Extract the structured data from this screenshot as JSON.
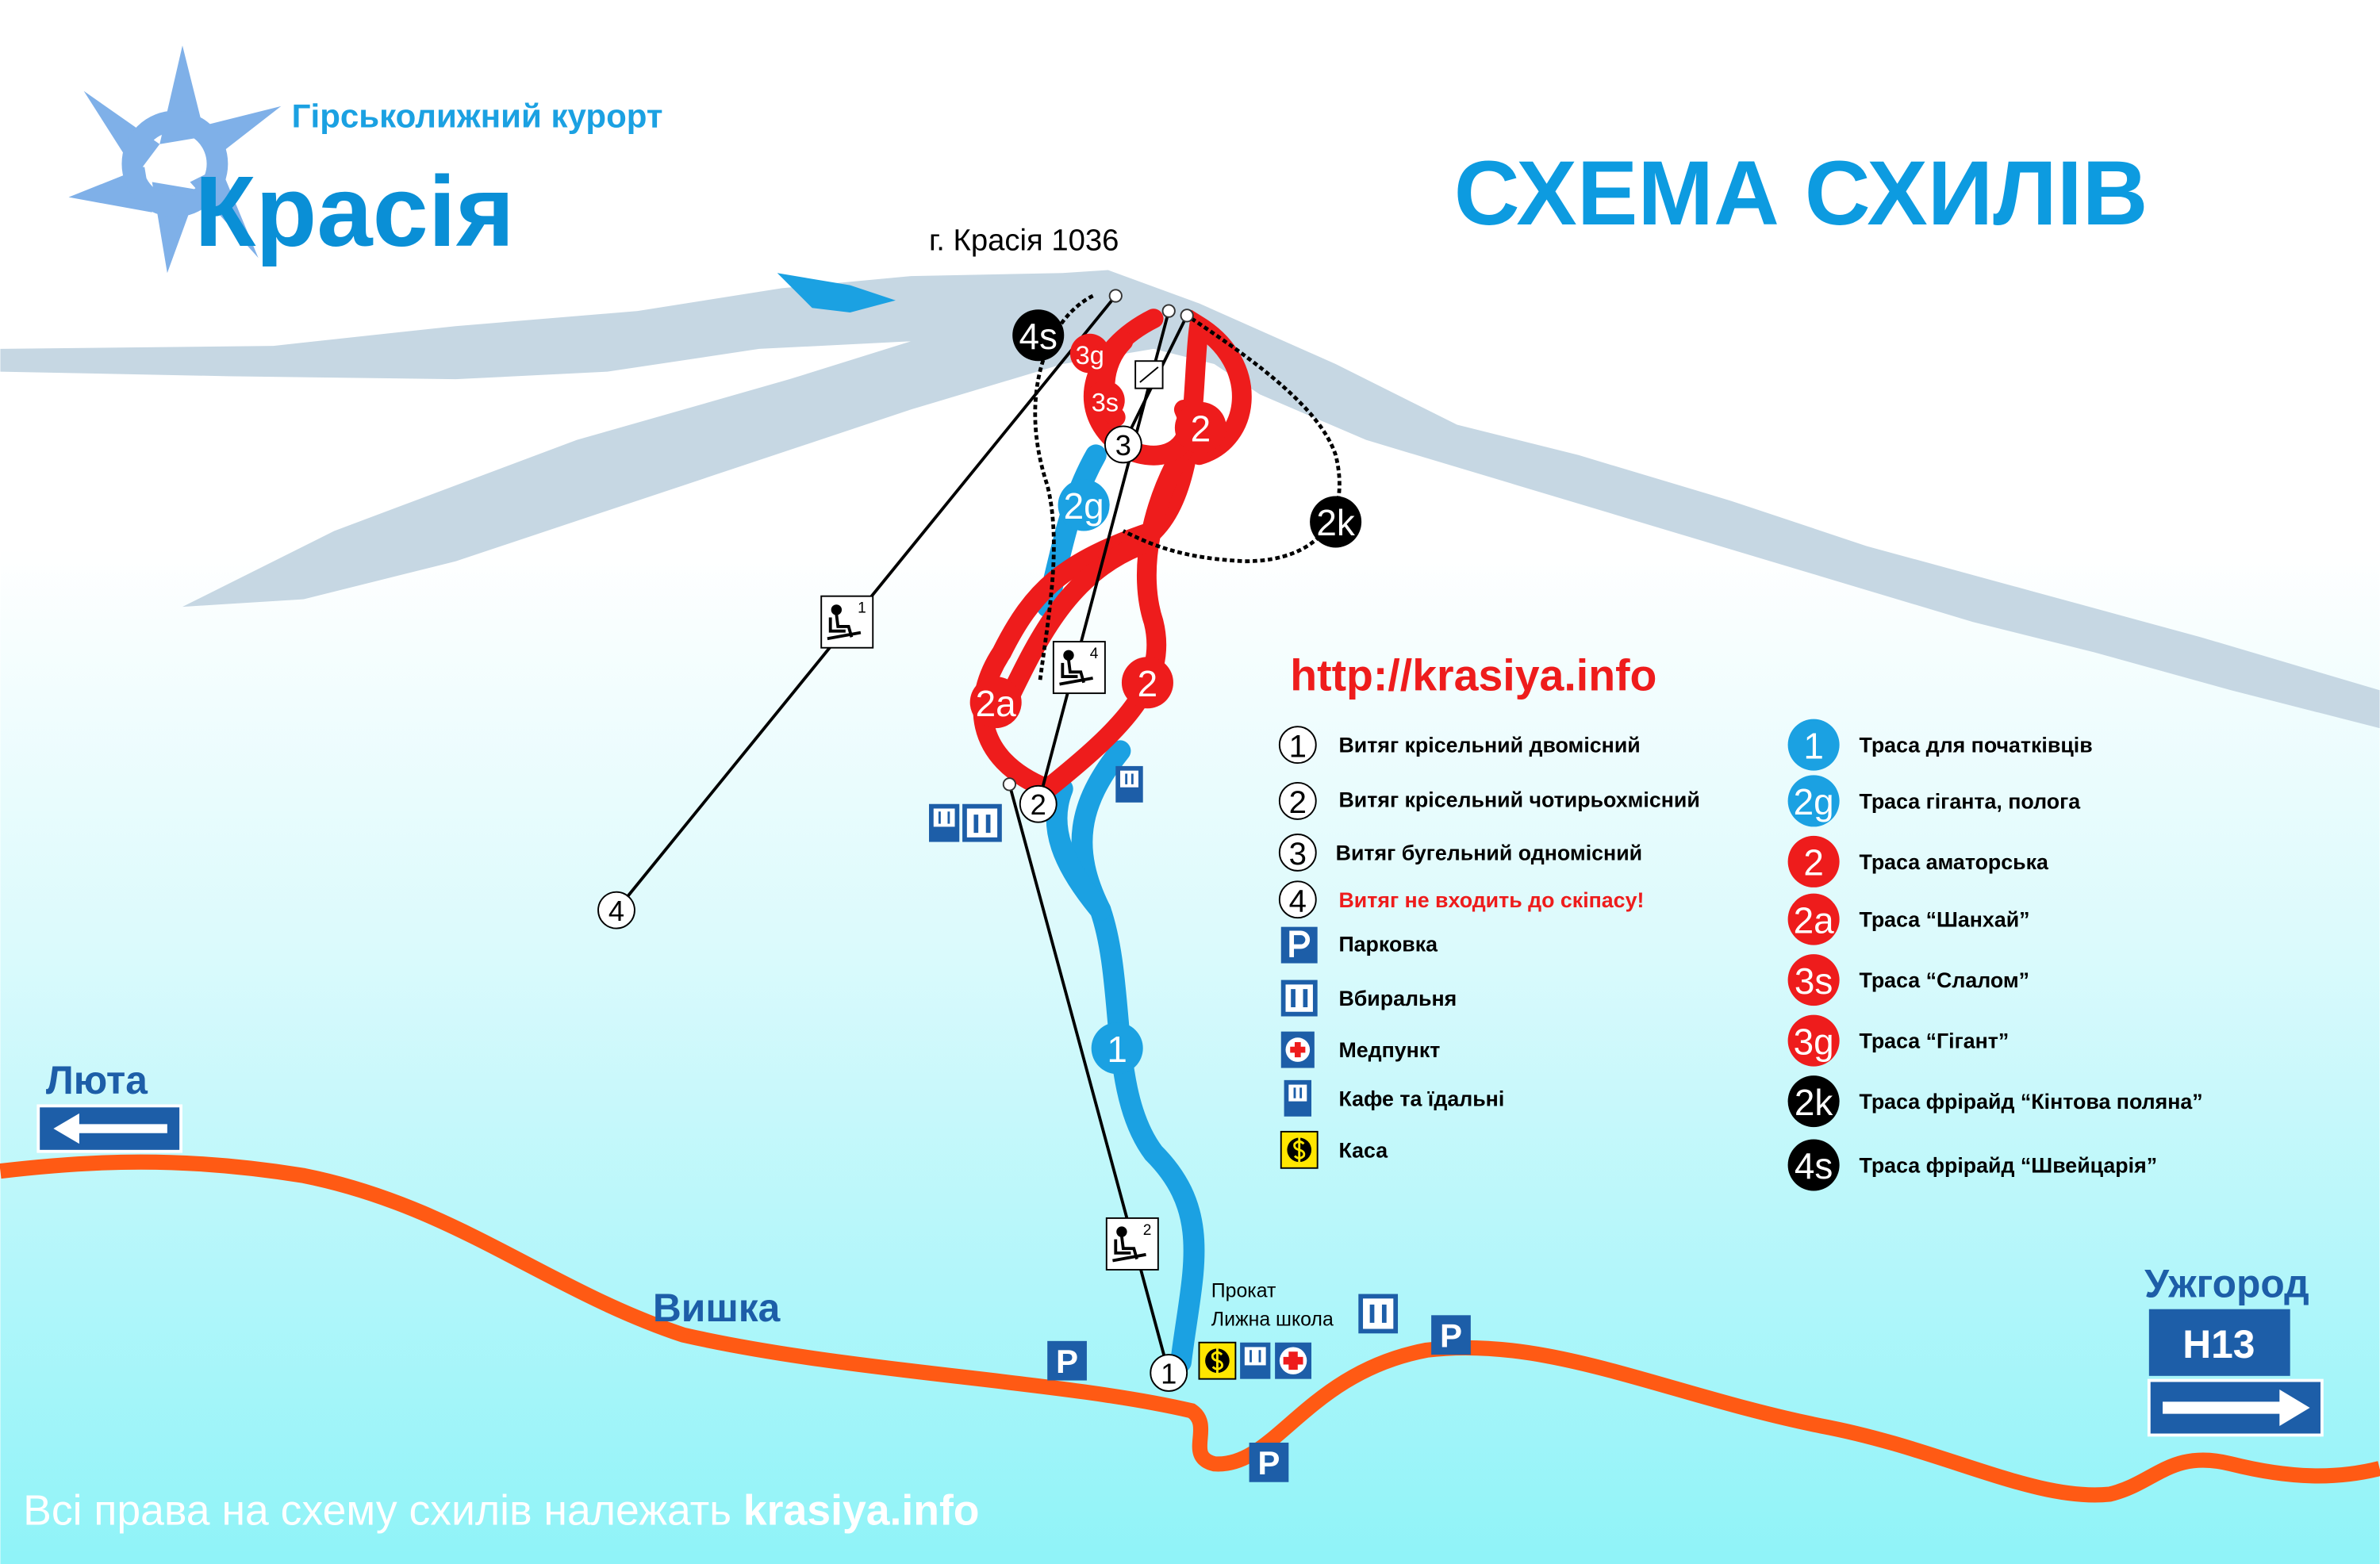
{
  "logo": {
    "subtitle": "Гірськолижний курорт",
    "name": "Красія"
  },
  "title": "СХЕМА СХИЛІВ",
  "peak": "г. Красія 1036",
  "url": "http://krasiya.info",
  "colors": {
    "blue": "#1ba1e2",
    "red": "#ee1c1c",
    "black": "#000000",
    "road": "#ff5a14",
    "sign": "#1d5ea8"
  },
  "map": {
    "badges": {
      "b1": "1",
      "b2g": "2g",
      "b2": "2",
      "b2a": "2a",
      "b3s": "3s",
      "b3g": "3g",
      "b2k": "2k",
      "b4s": "4s"
    },
    "lifts": {
      "l1": "1",
      "l2": "2",
      "l3": "3",
      "l4": "4"
    },
    "chair_icons": {
      "c1": "1",
      "c2": "2",
      "c4": "4"
    },
    "places": {
      "lyuta": "Люта",
      "vyshka": "Вишка",
      "uzhhorod": "Ужгород",
      "road": "Н13"
    },
    "service": {
      "rental": "Прокат",
      "school": "Лижна школа"
    },
    "parking": "P"
  },
  "legend_lifts": [
    {
      "num": "1",
      "text": "Витяг крісельний двомісний"
    },
    {
      "num": "2",
      "text": "Витяг крісельний чотирьохмісний"
    },
    {
      "num": "3",
      "text": "Витяг бугельний одномісний"
    },
    {
      "num": "4",
      "text": "Витяг не входить до скіпасу!"
    }
  ],
  "legend_services": [
    {
      "icon": "parking-icon",
      "text": "Парковка"
    },
    {
      "icon": "toilet-icon",
      "text": "Вбиральня"
    },
    {
      "icon": "first-aid-icon",
      "text": "Медпункт"
    },
    {
      "icon": "cafe-icon",
      "text": "Кафе та їдальні"
    },
    {
      "icon": "cashier-icon",
      "text": "Каса"
    }
  ],
  "legend_trails": [
    {
      "num": "1",
      "color": "#1ba1e2",
      "text": "Траса для початківців"
    },
    {
      "num": "2g",
      "color": "#1ba1e2",
      "text": "Траса гіганта, пологa"
    },
    {
      "num": "2",
      "color": "#ee1c1c",
      "text": "Траса аматорська"
    },
    {
      "num": "2a",
      "color": "#ee1c1c",
      "text": "Траса “Шанхай”"
    },
    {
      "num": "3s",
      "color": "#ee1c1c",
      "text": "Траса “Слалом”"
    },
    {
      "num": "3g",
      "color": "#ee1c1c",
      "text": "Траса “Гігант”"
    },
    {
      "num": "2k",
      "color": "#000000",
      "text": "Траса фрірайд “Кінтова поляна”"
    },
    {
      "num": "4s",
      "color": "#000000",
      "text": "Траса фрірайд “Швейцарія”"
    }
  ],
  "footer": {
    "text": "Всі права на схему схилів належать ",
    "site": "krasiya.info"
  }
}
